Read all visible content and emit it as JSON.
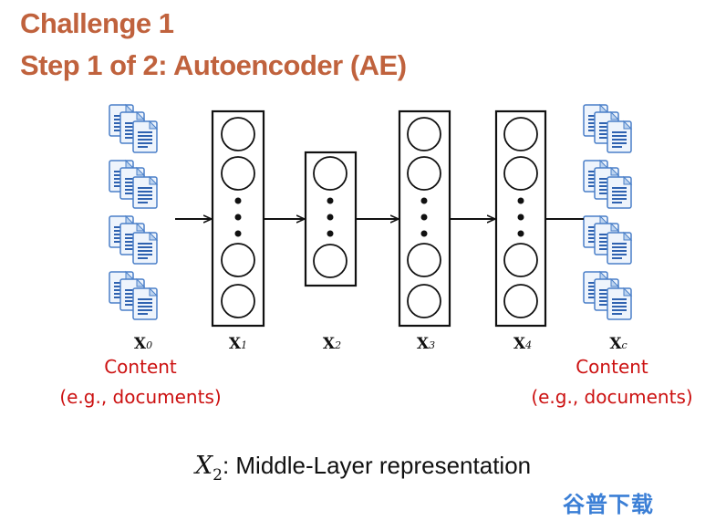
{
  "header": {
    "title": "Challenge 1",
    "subtitle": "Step 1 of 2: Autoencoder (AE)"
  },
  "layers": [
    {
      "id": "X0",
      "label_main": "X",
      "label_sub": "0"
    },
    {
      "id": "X1",
      "label_main": "X",
      "label_sub": "1"
    },
    {
      "id": "X2",
      "label_main": "X",
      "label_sub": "2"
    },
    {
      "id": "X3",
      "label_main": "X",
      "label_sub": "3"
    },
    {
      "id": "X4",
      "label_main": "X",
      "label_sub": "4"
    },
    {
      "id": "Xc",
      "label_main": "X",
      "label_sub": "c"
    }
  ],
  "input_label": {
    "line1": "Content",
    "line2": "(e.g., documents)"
  },
  "output_label": {
    "line1": "Content",
    "line2": "(e.g., documents)"
  },
  "caption": {
    "symbol": "X",
    "subscript": "2",
    "text": ": Middle-Layer representation"
  },
  "watermark": "谷普下载",
  "colors": {
    "title": "#c0623d",
    "content_label": "#cc1111",
    "doc_icon": "#4a7fc8"
  }
}
